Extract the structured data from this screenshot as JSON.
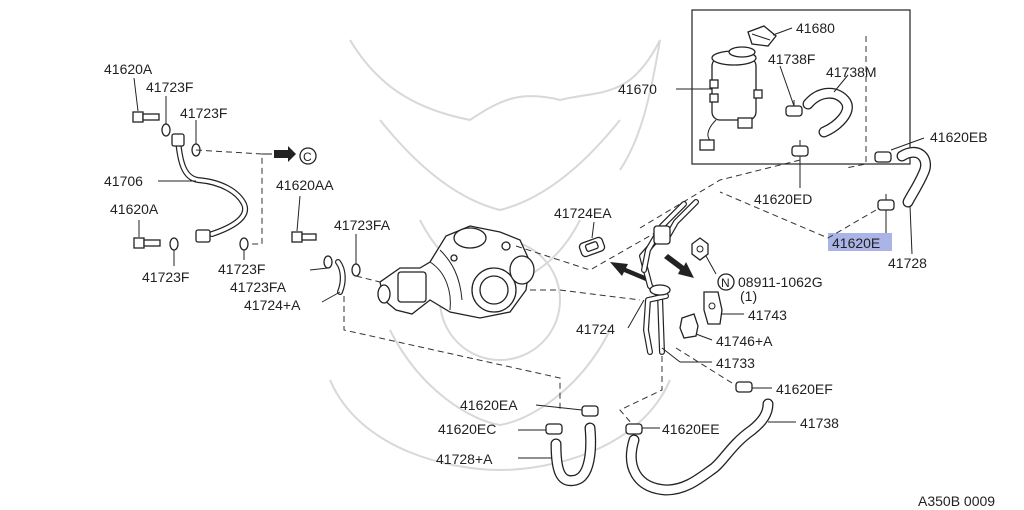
{
  "diagram": {
    "reference_code": "A350B 0009",
    "highlight_color": "#aab4e6",
    "callouts": {
      "p41680": "41680",
      "p41670": "41670",
      "p41738F": "41738F",
      "p41738M": "41738M",
      "p41620EB": "41620EB",
      "p41620ED": "41620ED",
      "p41620E": "41620E",
      "p41728": "41728",
      "p41620A_top": "41620A",
      "p41723F_a": "41723F",
      "p41723F_b": "41723F",
      "p41706": "41706",
      "p41620A_bottom": "41620A",
      "p41723F_c": "41723F",
      "p41723F_d": "41723F",
      "p41620AA": "41620AA",
      "p41723FA_a": "41723FA",
      "p41723FA_b": "41723FA",
      "p41724A": "41724+A",
      "p41724EA": "41724EA",
      "p08911": "08911-1062G",
      "p08911_qty": "(1)",
      "p41743": "41743",
      "p41746A": "41746+A",
      "p41724": "41724",
      "p41733": "41733",
      "p41620EF": "41620EF",
      "p41620EA": "41620EA",
      "p41620EC": "41620EC",
      "p41620EE": "41620EE",
      "p41738": "41738",
      "p41728A": "41728+A"
    },
    "symbols": {
      "direction_ref": "C",
      "nut_marker": "N"
    }
  }
}
